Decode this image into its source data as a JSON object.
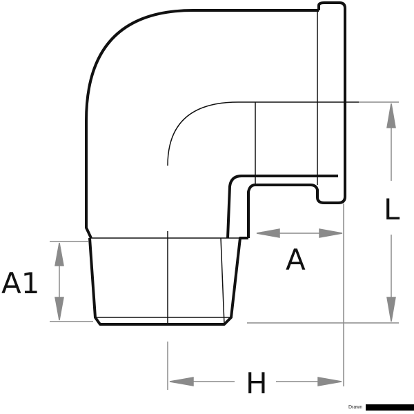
{
  "labels": {
    "l": "L",
    "a": "A",
    "a1": "A1",
    "h": "H"
  },
  "credit": {
    "text": "Drawn"
  },
  "colors": {
    "outline": "#111111",
    "dimension": "#8a8a8a"
  }
}
